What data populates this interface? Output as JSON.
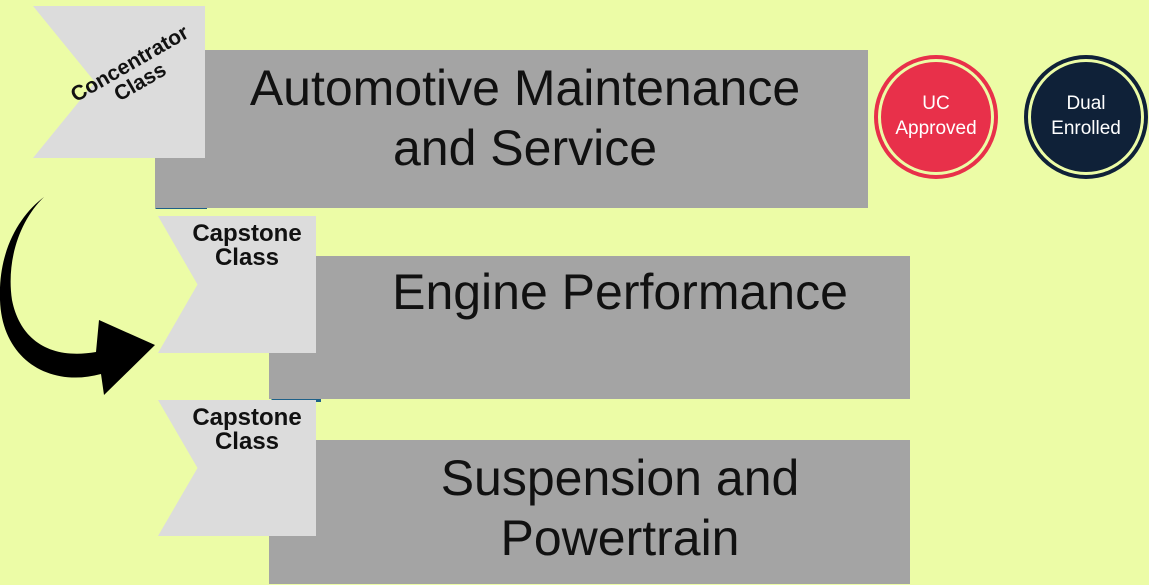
{
  "courses": [
    {
      "title": "Automotive Maintenance\nand Service",
      "tag": "Concentrator\nClass"
    },
    {
      "title": "Engine Performance",
      "tag": "Capstone\nClass"
    },
    {
      "title": "Suspension and\nPowertrain",
      "tag": "Capstone\nClass"
    }
  ],
  "badges": {
    "uc": {
      "label": "UC\nApproved",
      "color": "#e8304a"
    },
    "dual": {
      "label": "Dual\nEnrolled",
      "color": "#0f2138"
    }
  },
  "colors": {
    "background": "#ecfca6",
    "banner": "#a4a4a4",
    "tag": "#dcdcdc",
    "fold": "#1e6088",
    "arrow": "#000000"
  }
}
